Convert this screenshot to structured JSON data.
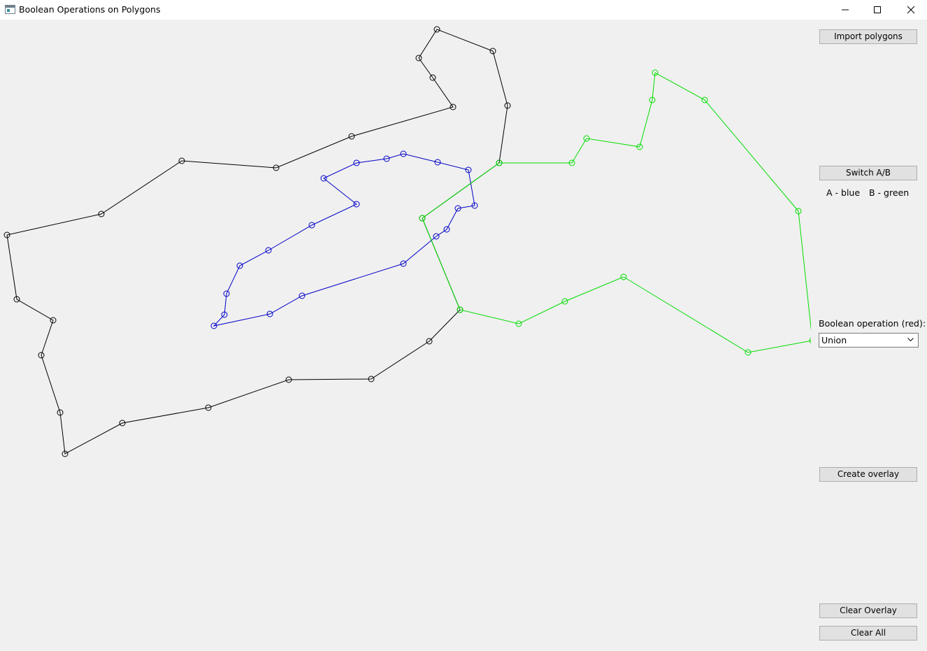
{
  "window": {
    "title": "Boolean Operations on Polygons"
  },
  "icons": {
    "app": "app-window-icon",
    "minimize": "minimize-icon",
    "maximize": "maximize-icon",
    "close": "close-icon",
    "dropdown": "chevron-down-icon"
  },
  "colors": {
    "outer_polygon": "#000000",
    "polygon_a": "#0000c8",
    "polygon_b": "#00dd00"
  },
  "sidebar": {
    "import_button": "Import polygons",
    "switch_button": "Switch A/B",
    "legend_a": "A - blue",
    "legend_b": "B - green",
    "operation_label": "Boolean operation (red):",
    "operation_value": "Union",
    "create_overlay_button": "Create overlay",
    "clear_overlay_button": "Clear Overlay",
    "clear_all_button": "Clear All"
  }
}
